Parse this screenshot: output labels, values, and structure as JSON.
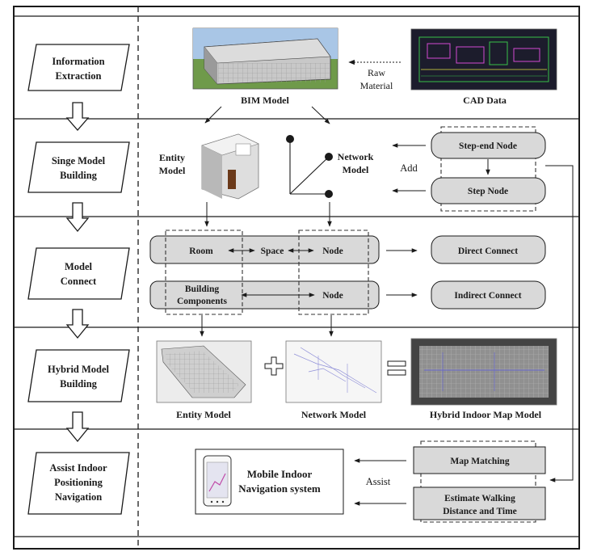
{
  "stages": [
    {
      "line1": "Information",
      "line2": "Extraction",
      "line3": ""
    },
    {
      "line1": "Singe Model",
      "line2": "Building",
      "line3": ""
    },
    {
      "line1": "Model",
      "line2": "Connect",
      "line3": ""
    },
    {
      "line1": "Hybrid Model",
      "line2": "Building",
      "line3": ""
    },
    {
      "line1": "Assist Indoor",
      "line2": "Positioning",
      "line3": "Navigation"
    }
  ],
  "row1": {
    "bim_label": "BIM Model",
    "cad_label": "CAD Data",
    "raw_line1": "Raw",
    "raw_line2": "Material"
  },
  "row2": {
    "entity_line1": "Entity",
    "entity_line2": "Model",
    "network_line1": "Network",
    "network_line2": "Model",
    "add_label": "Add",
    "step_end_node": "Step-end Node",
    "step_node": "Step Node"
  },
  "row3": {
    "room": "Room",
    "space": "Space",
    "node_top": "Node",
    "building_line1": "Building",
    "building_line2": "Components",
    "node_bottom": "Node",
    "direct_connect": "Direct Connect",
    "indirect_connect": "Indirect Connect"
  },
  "row4": {
    "entity_model": "Entity Model",
    "network_model": "Network Model",
    "hybrid_model": "Hybrid Indoor Map Model"
  },
  "row5": {
    "mobile_line1": "Mobile Indoor",
    "mobile_line2": "Navigation system",
    "assist_label": "Assist",
    "map_matching": "Map Matching",
    "estimate_line1": "Estimate Walking",
    "estimate_line2": "Distance and Time"
  }
}
